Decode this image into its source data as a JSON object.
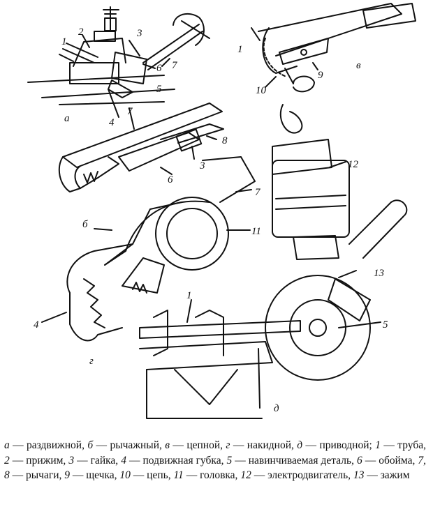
{
  "figure": {
    "labels": {
      "n1a": "1",
      "n2": "2",
      "n3a": "3",
      "n6a": "6",
      "n7a": "7",
      "n5a": "5",
      "n4a": "4",
      "n7b": "7",
      "n8": "8",
      "n3b": "3",
      "n6b": "6",
      "n1c": "1",
      "n9": "9",
      "n10": "10",
      "n7c": "7",
      "n11": "11",
      "n4c": "4",
      "n12": "12",
      "n13": "13",
      "n5d": "5",
      "n1d": "1"
    },
    "letters": {
      "a": "а",
      "b": "б",
      "v": "в",
      "g": "г",
      "d": "д"
    }
  },
  "caption": {
    "parts": [
      {
        "t": "а",
        "i": true
      },
      {
        "t": " — раздвижной, ",
        "i": false
      },
      {
        "t": "б",
        "i": true
      },
      {
        "t": " — рычажный, ",
        "i": false
      },
      {
        "t": "в",
        "i": true
      },
      {
        "t": " — цепной, ",
        "i": false
      },
      {
        "t": "г",
        "i": true
      },
      {
        "t": " — накидной, ",
        "i": false
      },
      {
        "t": "д",
        "i": true
      },
      {
        "t": " — при­водной; ",
        "i": false
      },
      {
        "t": "1",
        "i": true
      },
      {
        "t": " — труба, ",
        "i": false
      },
      {
        "t": "2",
        "i": true
      },
      {
        "t": " — прижим, ",
        "i": false
      },
      {
        "t": "3",
        "i": true
      },
      {
        "t": " — гайка, ",
        "i": false
      },
      {
        "t": "4",
        "i": true
      },
      {
        "t": " — подвижная губка, ",
        "i": false
      },
      {
        "t": "5",
        "i": true
      },
      {
        "t": " — навинчиваемая деталь, ",
        "i": false
      },
      {
        "t": "6",
        "i": true
      },
      {
        "t": " — обойма, ",
        "i": false
      },
      {
        "t": "7, 8",
        "i": true
      },
      {
        "t": " — рычаги, ",
        "i": false
      },
      {
        "t": "9",
        "i": true
      },
      {
        "t": " — щечка, ",
        "i": false
      },
      {
        "t": "10",
        "i": true
      },
      {
        "t": " — цепь, ",
        "i": false
      },
      {
        "t": "11",
        "i": true
      },
      {
        "t": " — головка, ",
        "i": false
      },
      {
        "t": "12",
        "i": true
      },
      {
        "t": " — электродвигатель, ",
        "i": false
      },
      {
        "t": "13",
        "i": true
      },
      {
        "t": " — зажим",
        "i": false
      }
    ]
  }
}
